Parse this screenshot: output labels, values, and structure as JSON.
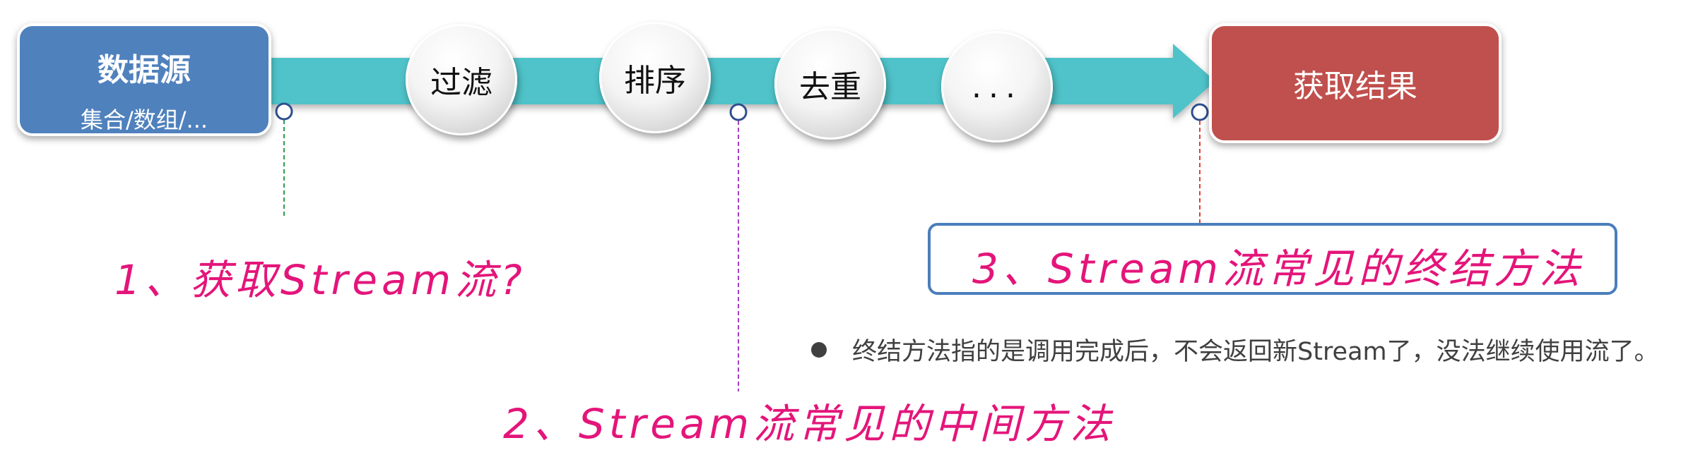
{
  "source": {
    "title": "数据源",
    "subtitle": "集合/数组/..."
  },
  "stages": [
    "过滤",
    "排序",
    "去重",
    "..."
  ],
  "result": {
    "label": "获取结果"
  },
  "annotations": {
    "step1": "1、获取Stream流?",
    "step2": "2、Stream流常见的中间方法",
    "step3": "3、Stream流常见的终结方法"
  },
  "bullet": "终结方法指的是调用完成后，不会返回新Stream了，没法继续使用流了。",
  "colors": {
    "arrow": "#4fc3c9",
    "source": "#4f81bd",
    "result": "#c0504d",
    "annotation_text": "#e4157a",
    "callout_border": "#4a7ebb",
    "line1": "#2e9e4f",
    "line2": "#a43fc1",
    "line3": "#e0403a"
  }
}
